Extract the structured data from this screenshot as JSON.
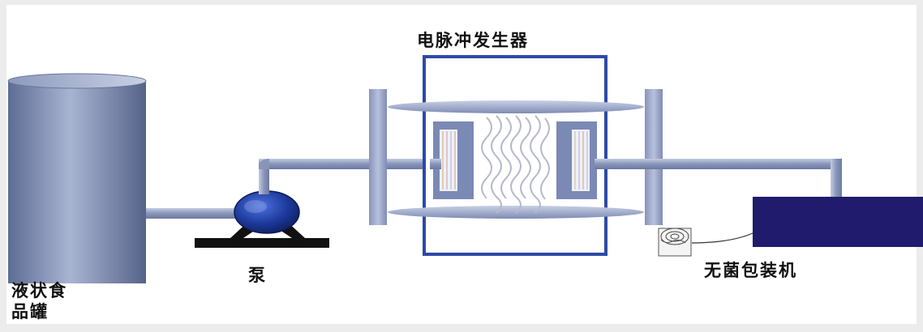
{
  "labels": {
    "tank_line1": "液状食",
    "tank_line2": "品罐",
    "pump": "泵",
    "generator": "电脉冲发生器",
    "packer": "无菌包装机"
  },
  "colors": {
    "background": "#ececec",
    "panel": "#ffffff",
    "tank": "#7f8fb3",
    "pipe": "#8e9cbd",
    "pump": "#1e3a9a",
    "pump_base": "#111111",
    "generator_frame": "#2e4aa6",
    "flange": "#9aa7cc",
    "electrode": "#7b89b5",
    "packer": "#211b6e",
    "text": "#111111"
  },
  "icons": [
    "liquid-tank-icon",
    "pump-icon",
    "pulse-chamber-icon",
    "packing-machine-icon"
  ]
}
